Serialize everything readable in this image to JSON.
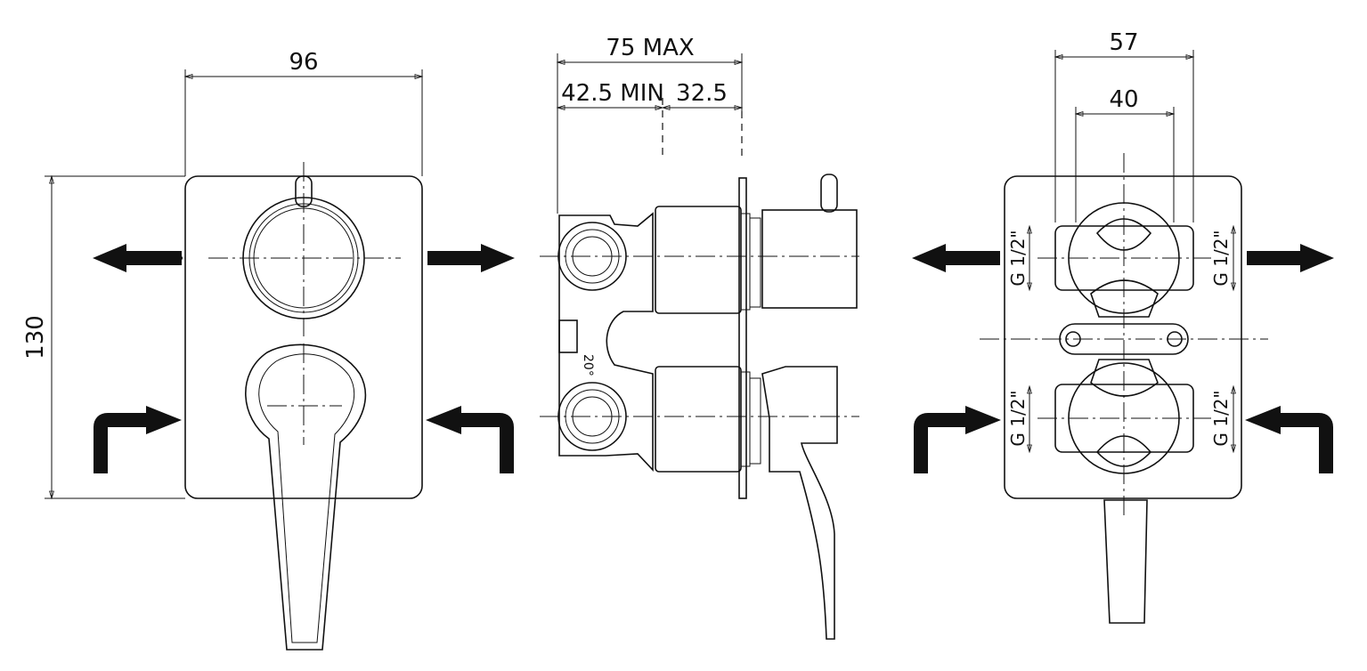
{
  "dimensions": {
    "front_width": "96",
    "front_height": "130",
    "side_max": "75 MAX",
    "side_min": "42.5 MIN",
    "side_offset": "32.5",
    "back_outer": "57",
    "back_inner": "40"
  },
  "threads": {
    "left_top": "G 1/2\"",
    "right_top": "G 1/2\"",
    "left_bottom": "G 1/2\"",
    "right_bottom": "G 1/2\""
  },
  "angle_label": "20°"
}
